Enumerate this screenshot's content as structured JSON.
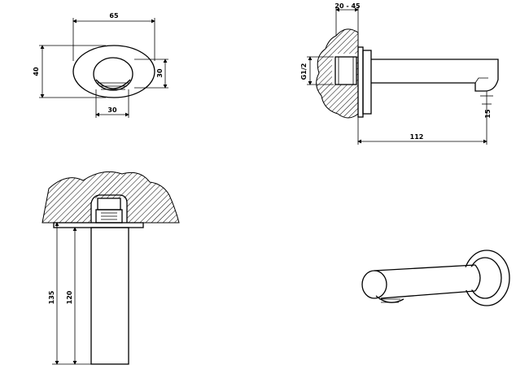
{
  "dimensions": {
    "top_width": "65",
    "left_height": "40",
    "right_height": "30",
    "bottom_width": "30",
    "depth_range": "20 - 45",
    "thread": "G1/2",
    "outlet": "15",
    "length": "112",
    "total_height": "135",
    "spout_height": "120"
  }
}
